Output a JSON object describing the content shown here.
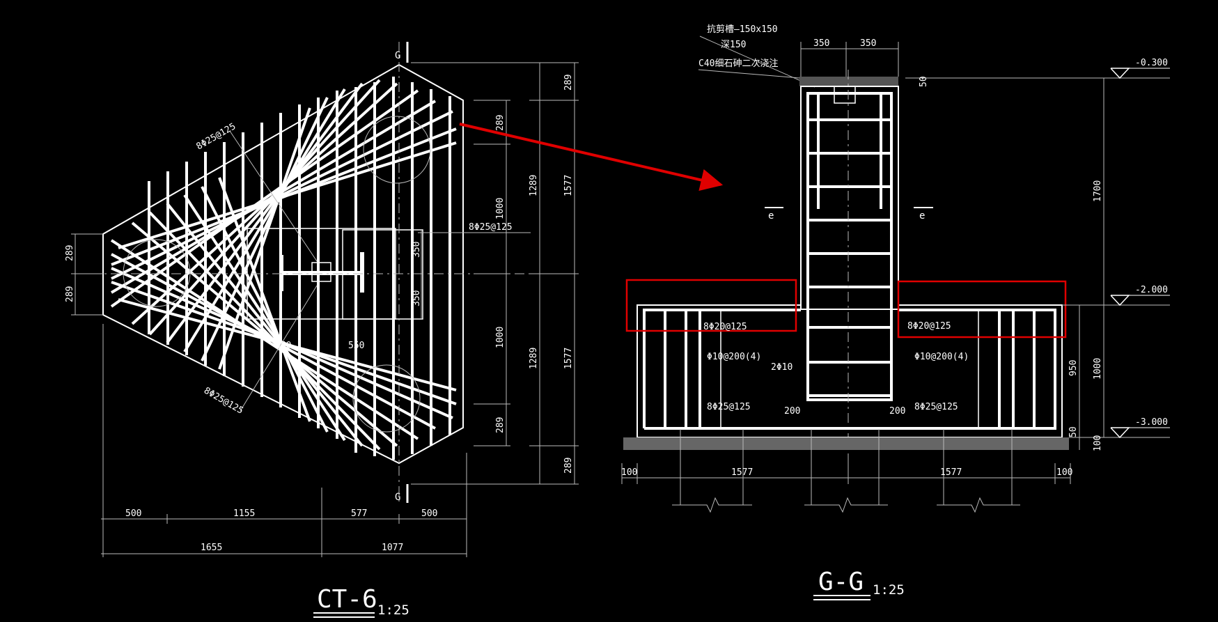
{
  "plan": {
    "title": "CT-6",
    "scale": "1:25",
    "section_mark": "G",
    "rebar_labels": [
      "8Φ25@125",
      "8Φ25@125",
      "8Φ25@125"
    ],
    "dims_right_outer": [
      "289",
      "1577",
      "1577",
      "289"
    ],
    "dims_right_mid": [
      "1289",
      "1289"
    ],
    "dims_right_inner": [
      "289",
      "1000",
      "1000",
      "289"
    ],
    "dims_column": [
      "350",
      "350"
    ],
    "dims_left": [
      "289",
      "289"
    ],
    "dims_col_x": [
      "550",
      "550"
    ],
    "dims_bottom_1": [
      "500",
      "1155",
      "577",
      "500"
    ],
    "dims_bottom_2": [
      "1655",
      "1077"
    ]
  },
  "section": {
    "title": "G-G",
    "scale": "1:25",
    "notes": [
      "抗剪槽—150x150",
      "深150",
      "C40细石砷二次浇注"
    ],
    "top_dims": [
      "350",
      "350"
    ],
    "elevations": [
      "-0.300",
      "-2.000",
      "-3.000"
    ],
    "right_dims_a": [
      "1700",
      "1000"
    ],
    "right_dims_b": [
      "50",
      "950",
      "50",
      "100"
    ],
    "labels": {
      "top_bar_left": "8Φ20@125",
      "top_bar_right": "8Φ20@125",
      "stirrup_left": "Φ10@200(4)",
      "stirrup_right": "Φ10@200(4)",
      "mid_bar": "2Φ10",
      "bottom_bar_left": "8Φ25@125",
      "bottom_bar_right": "8Φ25@125",
      "d200_left": "200",
      "d200_right": "200",
      "cut_mark": "e"
    },
    "bottom_dims": [
      "100",
      "1577",
      "1577",
      "100"
    ]
  },
  "colors": {
    "background": "#000000",
    "lines": "#ffffff",
    "highlight": "#e00000"
  }
}
